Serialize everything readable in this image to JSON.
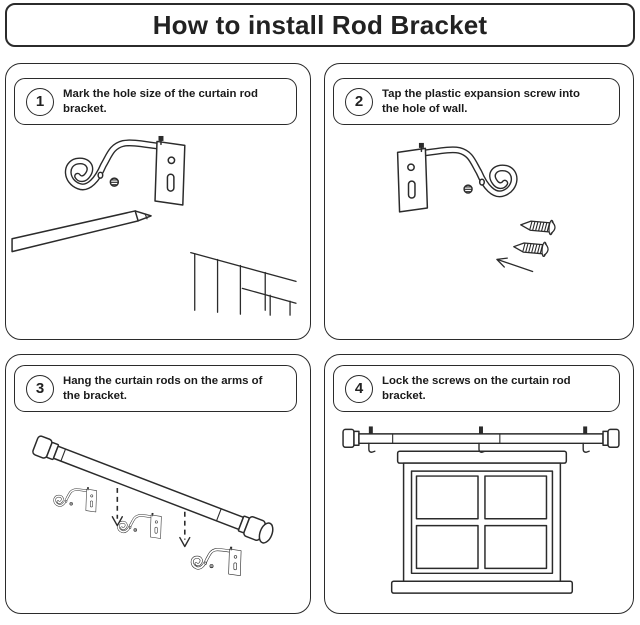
{
  "title": "How to install Rod Bracket",
  "line_color": "#2b2b2b",
  "background_color": "#ffffff",
  "steps": [
    {
      "number": "1",
      "lines": [
        "Mark the hole size of the curtain rod",
        "bracket."
      ],
      "illustration": "curtain-rod-bracket-pencil-and-wall-corner"
    },
    {
      "number": "2",
      "lines": [
        "Tap the plastic expansion screw into",
        "the hole of wall."
      ],
      "illustration": "bracket-with-two-expansion-screws-and-arrow"
    },
    {
      "number": "3",
      "lines": [
        "Hang the curtain rods on the arms of",
        "the bracket."
      ],
      "illustration": "curtain-rod-above-three-brackets-with-dashed-arrows"
    },
    {
      "number": "4",
      "lines": [
        "Lock the screws on the curtain rod",
        "bracket."
      ],
      "illustration": "curtain-rod-mounted-above-four-pane-window"
    }
  ]
}
